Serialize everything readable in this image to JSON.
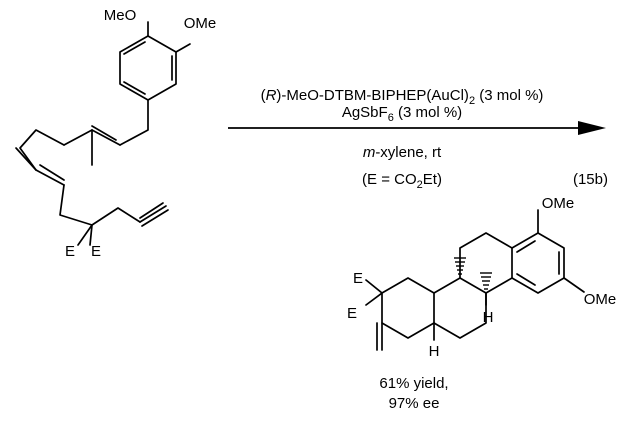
{
  "starting_material": {
    "ome_left": "MeO",
    "ome_right": "OMe",
    "ester_left": "E",
    "ester_right": "E"
  },
  "reagents": {
    "catalyst_prefix": "(",
    "catalyst_stereo": "R",
    "catalyst_main": ")-MeO-DTBM-BIPHEP(AuCl)",
    "catalyst_sub": "2",
    "catalyst_suffix": " (3 mol %)",
    "cocatalyst_main": "AgSbF",
    "cocatalyst_sub": "6",
    "cocatalyst_suffix": " (3 mol %)",
    "solvent_italic": "m",
    "solvent_rest": "-xylene, rt",
    "def_main": "(E = CO",
    "def_sub": "2",
    "def_suffix": "Et)"
  },
  "equation_number": "(15b)",
  "product": {
    "ome_top": "OMe",
    "ome_right": "OMe",
    "ester_top": "E",
    "ester_left": "E",
    "h_upper": "H",
    "h_lower": "H"
  },
  "result": {
    "yield": "61% yield,",
    "ee": "97% ee"
  }
}
